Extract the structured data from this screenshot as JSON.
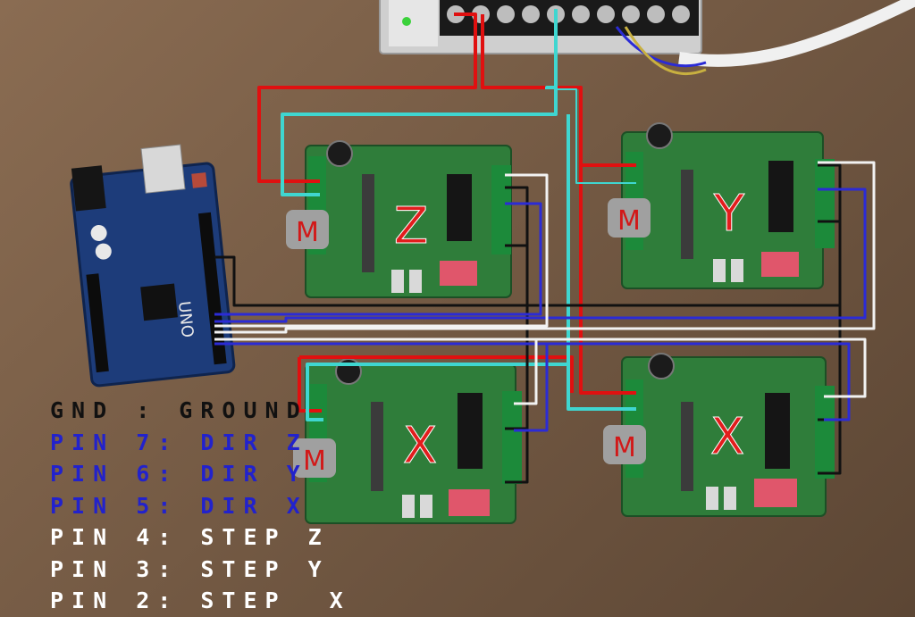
{
  "colors": {
    "background": "#7a6048",
    "board_green": "#2f7d3a",
    "arduino_blue": "#1d3c7a",
    "power": "#e01010",
    "ground": "#111111",
    "dir": "#2b2bd6",
    "step": "#f2f2f2",
    "motor_supply": "#3fd6d0",
    "legend_ground": "#111111",
    "legend_dir": "#2222cc",
    "legend_step": "#ffffff"
  },
  "drivers": [
    {
      "id": "z",
      "axis_label": "Z",
      "motor_label": "M"
    },
    {
      "id": "y",
      "axis_label": "Y",
      "motor_label": "M"
    },
    {
      "id": "x1",
      "axis_label": "X",
      "motor_label": "M"
    },
    {
      "id": "x2",
      "axis_label": "X",
      "motor_label": "M"
    }
  ],
  "arduino": {
    "board_label": "UNO"
  },
  "legend": [
    {
      "text": "GND : GROUND",
      "color": "#111111"
    },
    {
      "text": "PIN 7: DIR Z",
      "color": "#2222cc"
    },
    {
      "text": "PIN 6: DIR Y",
      "color": "#2222cc"
    },
    {
      "text": "PIN 5: DIR X",
      "color": "#2222cc"
    },
    {
      "text": "PIN 4: STEP Z",
      "color": "#ffffff"
    },
    {
      "text": "PIN 3: STEP Y",
      "color": "#ffffff"
    },
    {
      "text": "PIN 2: STEP  X",
      "color": "#ffffff"
    }
  ]
}
